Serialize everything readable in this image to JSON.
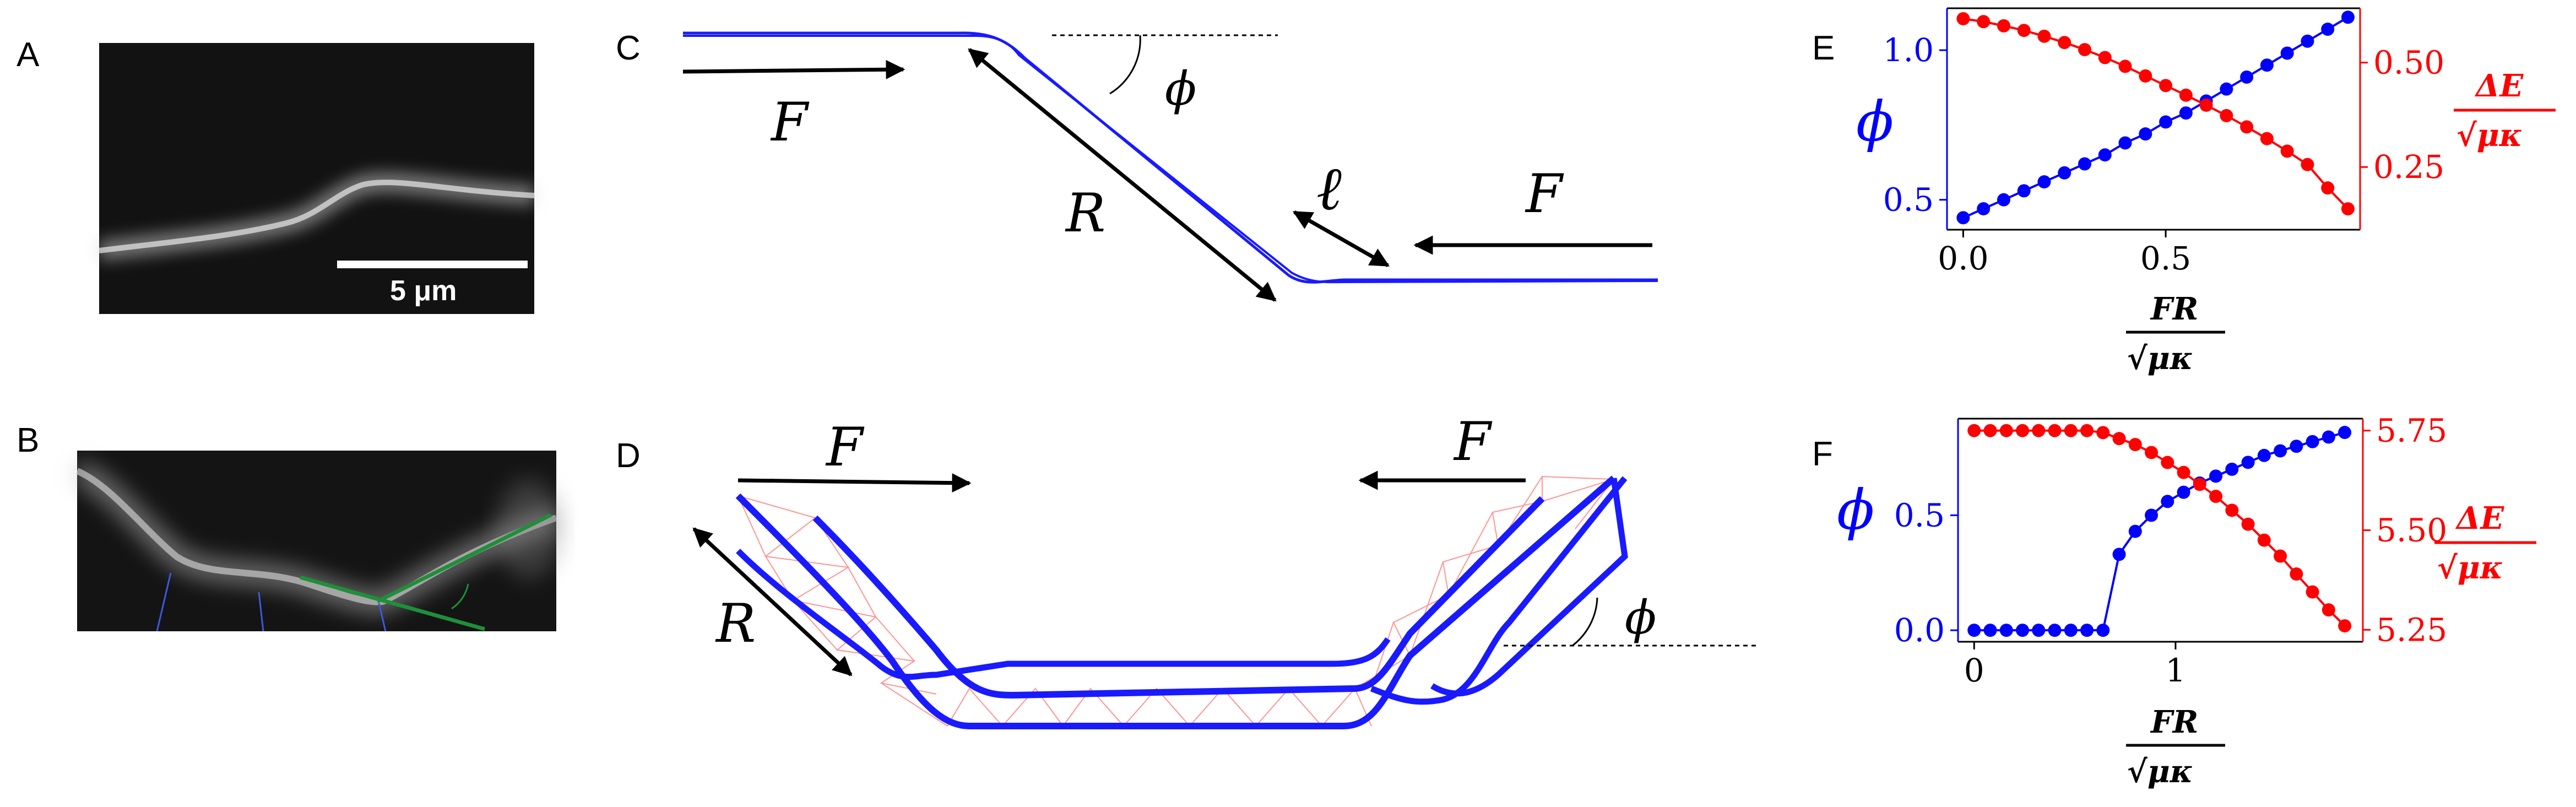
{
  "panels": {
    "A": {
      "label": "A",
      "scale_bar": "5 μm"
    },
    "B": {
      "label": "B"
    },
    "C": {
      "label": "C",
      "force": "F",
      "force_right": "F",
      "radius": "R",
      "angle": "ϕ",
      "length": "ℓ"
    },
    "D": {
      "label": "D",
      "force_left": "F",
      "force_right": "F",
      "radius": "R",
      "angle": "ϕ"
    },
    "E": {
      "label": "E",
      "y_left_label": "ϕ",
      "y_right_num": "ΔE",
      "y_right_den": "√μκ",
      "x_num": "FR",
      "x_den": "√μκ"
    },
    "F": {
      "label": "F",
      "y_left_label": "ϕ",
      "y_right_num": "ΔE",
      "y_right_den": "√μκ",
      "x_num": "FR",
      "x_den": "√μκ"
    }
  },
  "colors": {
    "phi_series": "#0000ff",
    "energy_series": "#ff0000",
    "filament": "#1a1aff",
    "mesh": "#ff8a8a",
    "arrow": "#000000"
  },
  "chart_data": [
    {
      "panel": "E",
      "type": "line",
      "x_ticks": [
        "0.0",
        "0.5"
      ],
      "y_left_ticks": [
        "0.5",
        "1.0"
      ],
      "y_right_ticks": [
        "0.25",
        "0.50"
      ],
      "xlim": [
        -0.04,
        0.98
      ],
      "ylim_left": [
        0.4,
        1.14
      ],
      "ylim_right": [
        0.1,
        0.63
      ],
      "series": [
        {
          "axis": "left",
          "color": "#0000ff",
          "x": [
            0.0,
            0.05,
            0.1,
            0.15,
            0.2,
            0.25,
            0.3,
            0.35,
            0.4,
            0.45,
            0.5,
            0.55,
            0.6,
            0.65,
            0.7,
            0.75,
            0.8,
            0.85,
            0.9,
            0.95
          ],
          "y": [
            0.44,
            0.47,
            0.5,
            0.53,
            0.56,
            0.59,
            0.62,
            0.65,
            0.69,
            0.72,
            0.76,
            0.79,
            0.83,
            0.87,
            0.91,
            0.95,
            0.99,
            1.03,
            1.07,
            1.11
          ]
        },
        {
          "axis": "right",
          "color": "#ff0000",
          "x": [
            0.0,
            0.05,
            0.1,
            0.15,
            0.2,
            0.25,
            0.3,
            0.35,
            0.4,
            0.45,
            0.5,
            0.55,
            0.6,
            0.65,
            0.7,
            0.75,
            0.8,
            0.85,
            0.9,
            0.95
          ],
          "y": [
            0.605,
            0.598,
            0.588,
            0.577,
            0.563,
            0.548,
            0.531,
            0.512,
            0.491,
            0.468,
            0.445,
            0.422,
            0.398,
            0.373,
            0.346,
            0.318,
            0.288,
            0.256,
            0.2,
            0.15
          ]
        }
      ]
    },
    {
      "panel": "F",
      "type": "line",
      "x_ticks": [
        "0",
        "1"
      ],
      "y_left_ticks": [
        "0.0",
        "0.5"
      ],
      "y_right_ticks": [
        "5.25",
        "5.50",
        "5.75"
      ],
      "xlim": [
        -0.08,
        1.93
      ],
      "ylim_left": [
        -0.05,
        0.92
      ],
      "ylim_right": [
        5.22,
        5.78
      ],
      "series": [
        {
          "axis": "left",
          "color": "#0000ff",
          "x": [
            0.0,
            0.08,
            0.16,
            0.24,
            0.32,
            0.4,
            0.48,
            0.56,
            0.64,
            0.72,
            0.8,
            0.88,
            0.96,
            1.04,
            1.12,
            1.2,
            1.28,
            1.36,
            1.44,
            1.52,
            1.6,
            1.68,
            1.76,
            1.84
          ],
          "y": [
            0,
            0,
            0,
            0,
            0,
            0,
            0,
            0,
            0,
            0.33,
            0.43,
            0.5,
            0.56,
            0.6,
            0.64,
            0.67,
            0.7,
            0.73,
            0.76,
            0.78,
            0.8,
            0.82,
            0.84,
            0.86
          ]
        },
        {
          "axis": "right",
          "color": "#ff0000",
          "x": [
            0.0,
            0.08,
            0.16,
            0.24,
            0.32,
            0.4,
            0.48,
            0.56,
            0.64,
            0.72,
            0.8,
            0.88,
            0.96,
            1.04,
            1.12,
            1.2,
            1.28,
            1.36,
            1.44,
            1.52,
            1.6,
            1.68,
            1.76,
            1.84
          ],
          "y": [
            5.75,
            5.75,
            5.75,
            5.75,
            5.75,
            5.75,
            5.75,
            5.75,
            5.745,
            5.73,
            5.715,
            5.695,
            5.67,
            5.645,
            5.615,
            5.585,
            5.55,
            5.515,
            5.475,
            5.435,
            5.39,
            5.345,
            5.3,
            5.26
          ]
        }
      ]
    }
  ]
}
